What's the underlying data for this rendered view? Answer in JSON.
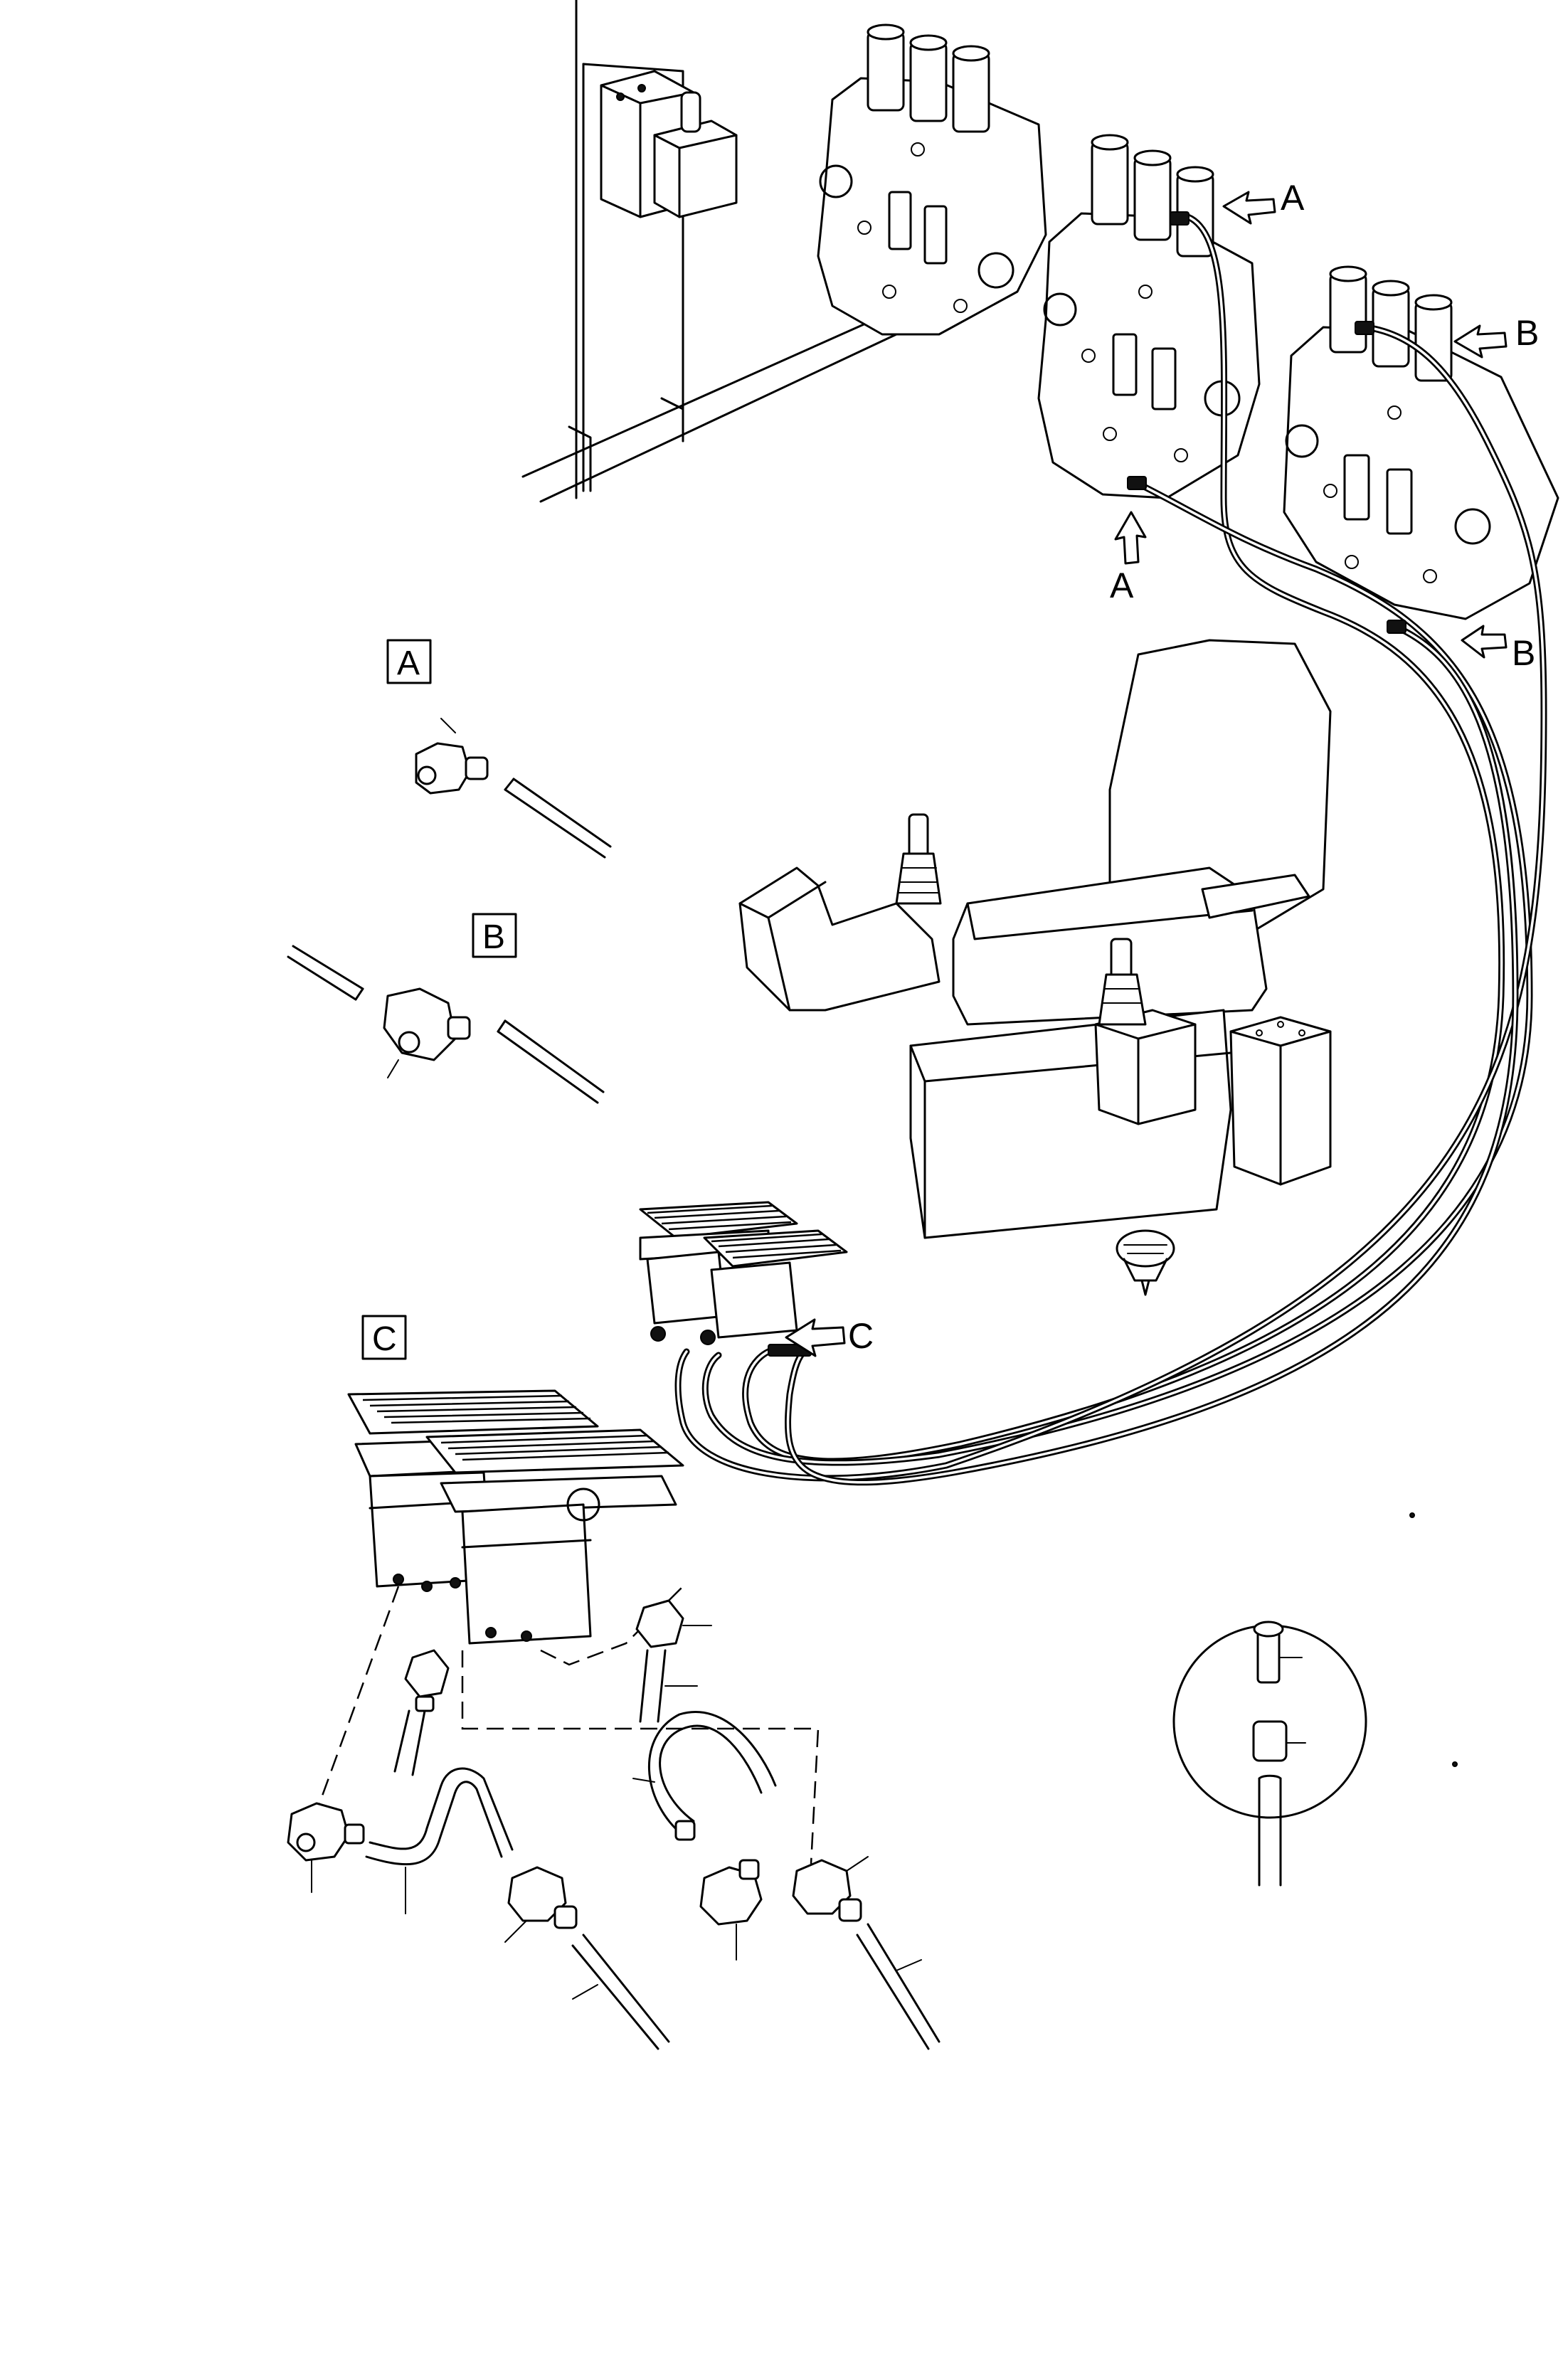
{
  "diagram": {
    "detail_labels": {
      "a": "A",
      "b": "B",
      "c": "C"
    },
    "callout_arrows": {
      "a_top": "A",
      "a_bottom": "A",
      "b_top": "B",
      "b_bottom": "B",
      "c": "C"
    }
  }
}
